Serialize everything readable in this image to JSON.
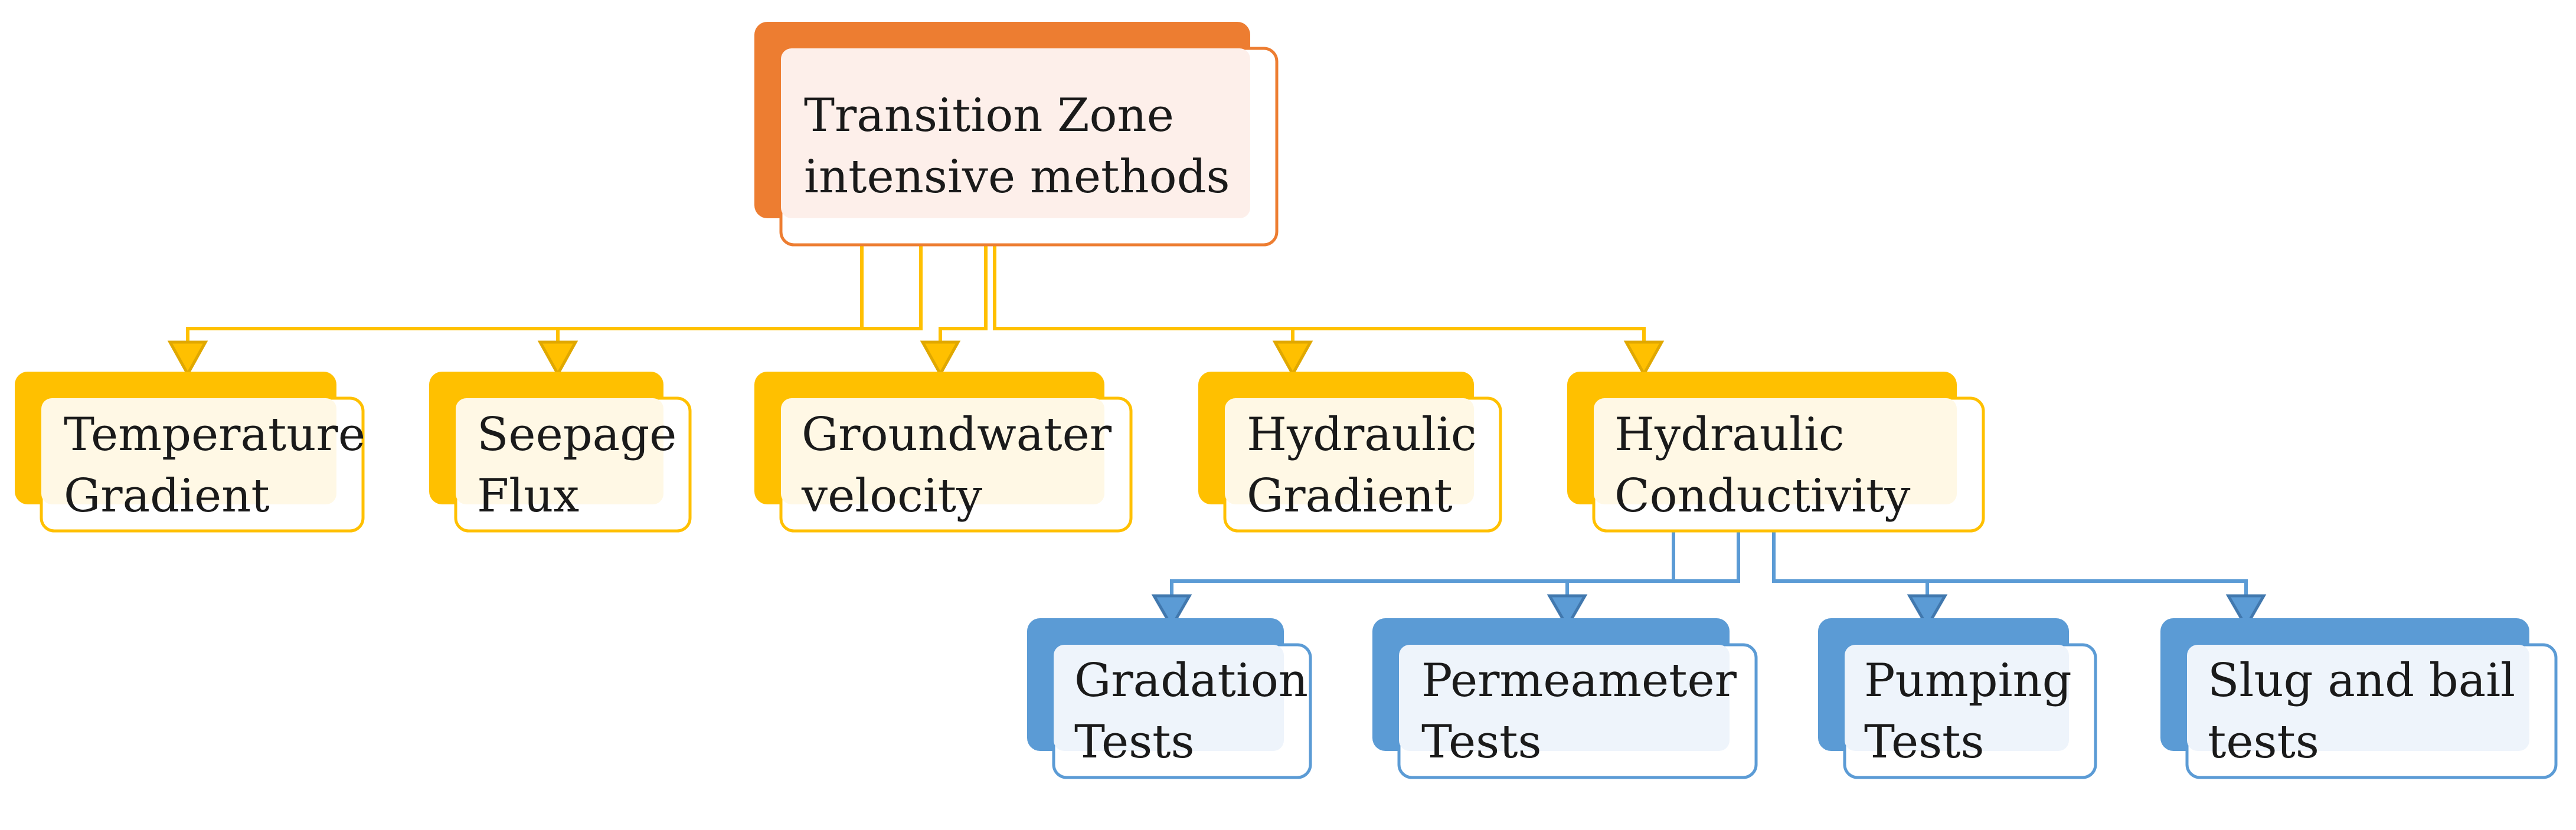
{
  "colors": {
    "root_back": "#ED7D31",
    "root_front_fill": "#FDEFEA",
    "root_stroke": "#ED7D31",
    "level1_back": "#FFC000",
    "level1_front_fill": "#FFF8E5",
    "level1_stroke": "#FFC000",
    "level1_arrow": "#E0A800",
    "level2_back": "#5B9BD5",
    "level2_front_fill": "#EEF4FB",
    "level2_stroke": "#5B9BD5"
  },
  "root": {
    "id": "root",
    "lines": [
      "Transition Zone",
      "intensive methods"
    ]
  },
  "level1": [
    {
      "id": "temperature-gradient",
      "lines": [
        "Temperature",
        "Gradient"
      ]
    },
    {
      "id": "seepage-flux",
      "lines": [
        "Seepage",
        "Flux"
      ]
    },
    {
      "id": "groundwater-velocity",
      "lines": [
        "Groundwater",
        "velocity"
      ]
    },
    {
      "id": "hydraulic-gradient",
      "lines": [
        "Hydraulic",
        "Gradient"
      ]
    },
    {
      "id": "hydraulic-conductivity",
      "lines": [
        "Hydraulic",
        "Conductivity"
      ]
    }
  ],
  "level2_parent": "hydraulic-conductivity",
  "level2": [
    {
      "id": "gradation-tests",
      "lines": [
        "Gradation",
        "Tests"
      ]
    },
    {
      "id": "permeameter-tests",
      "lines": [
        "Permeameter",
        "Tests"
      ]
    },
    {
      "id": "pumping-tests",
      "lines": [
        "Pumping",
        "Tests"
      ]
    },
    {
      "id": "slug-and-bail-tests",
      "lines": [
        "Slug and bail",
        "tests"
      ]
    }
  ]
}
